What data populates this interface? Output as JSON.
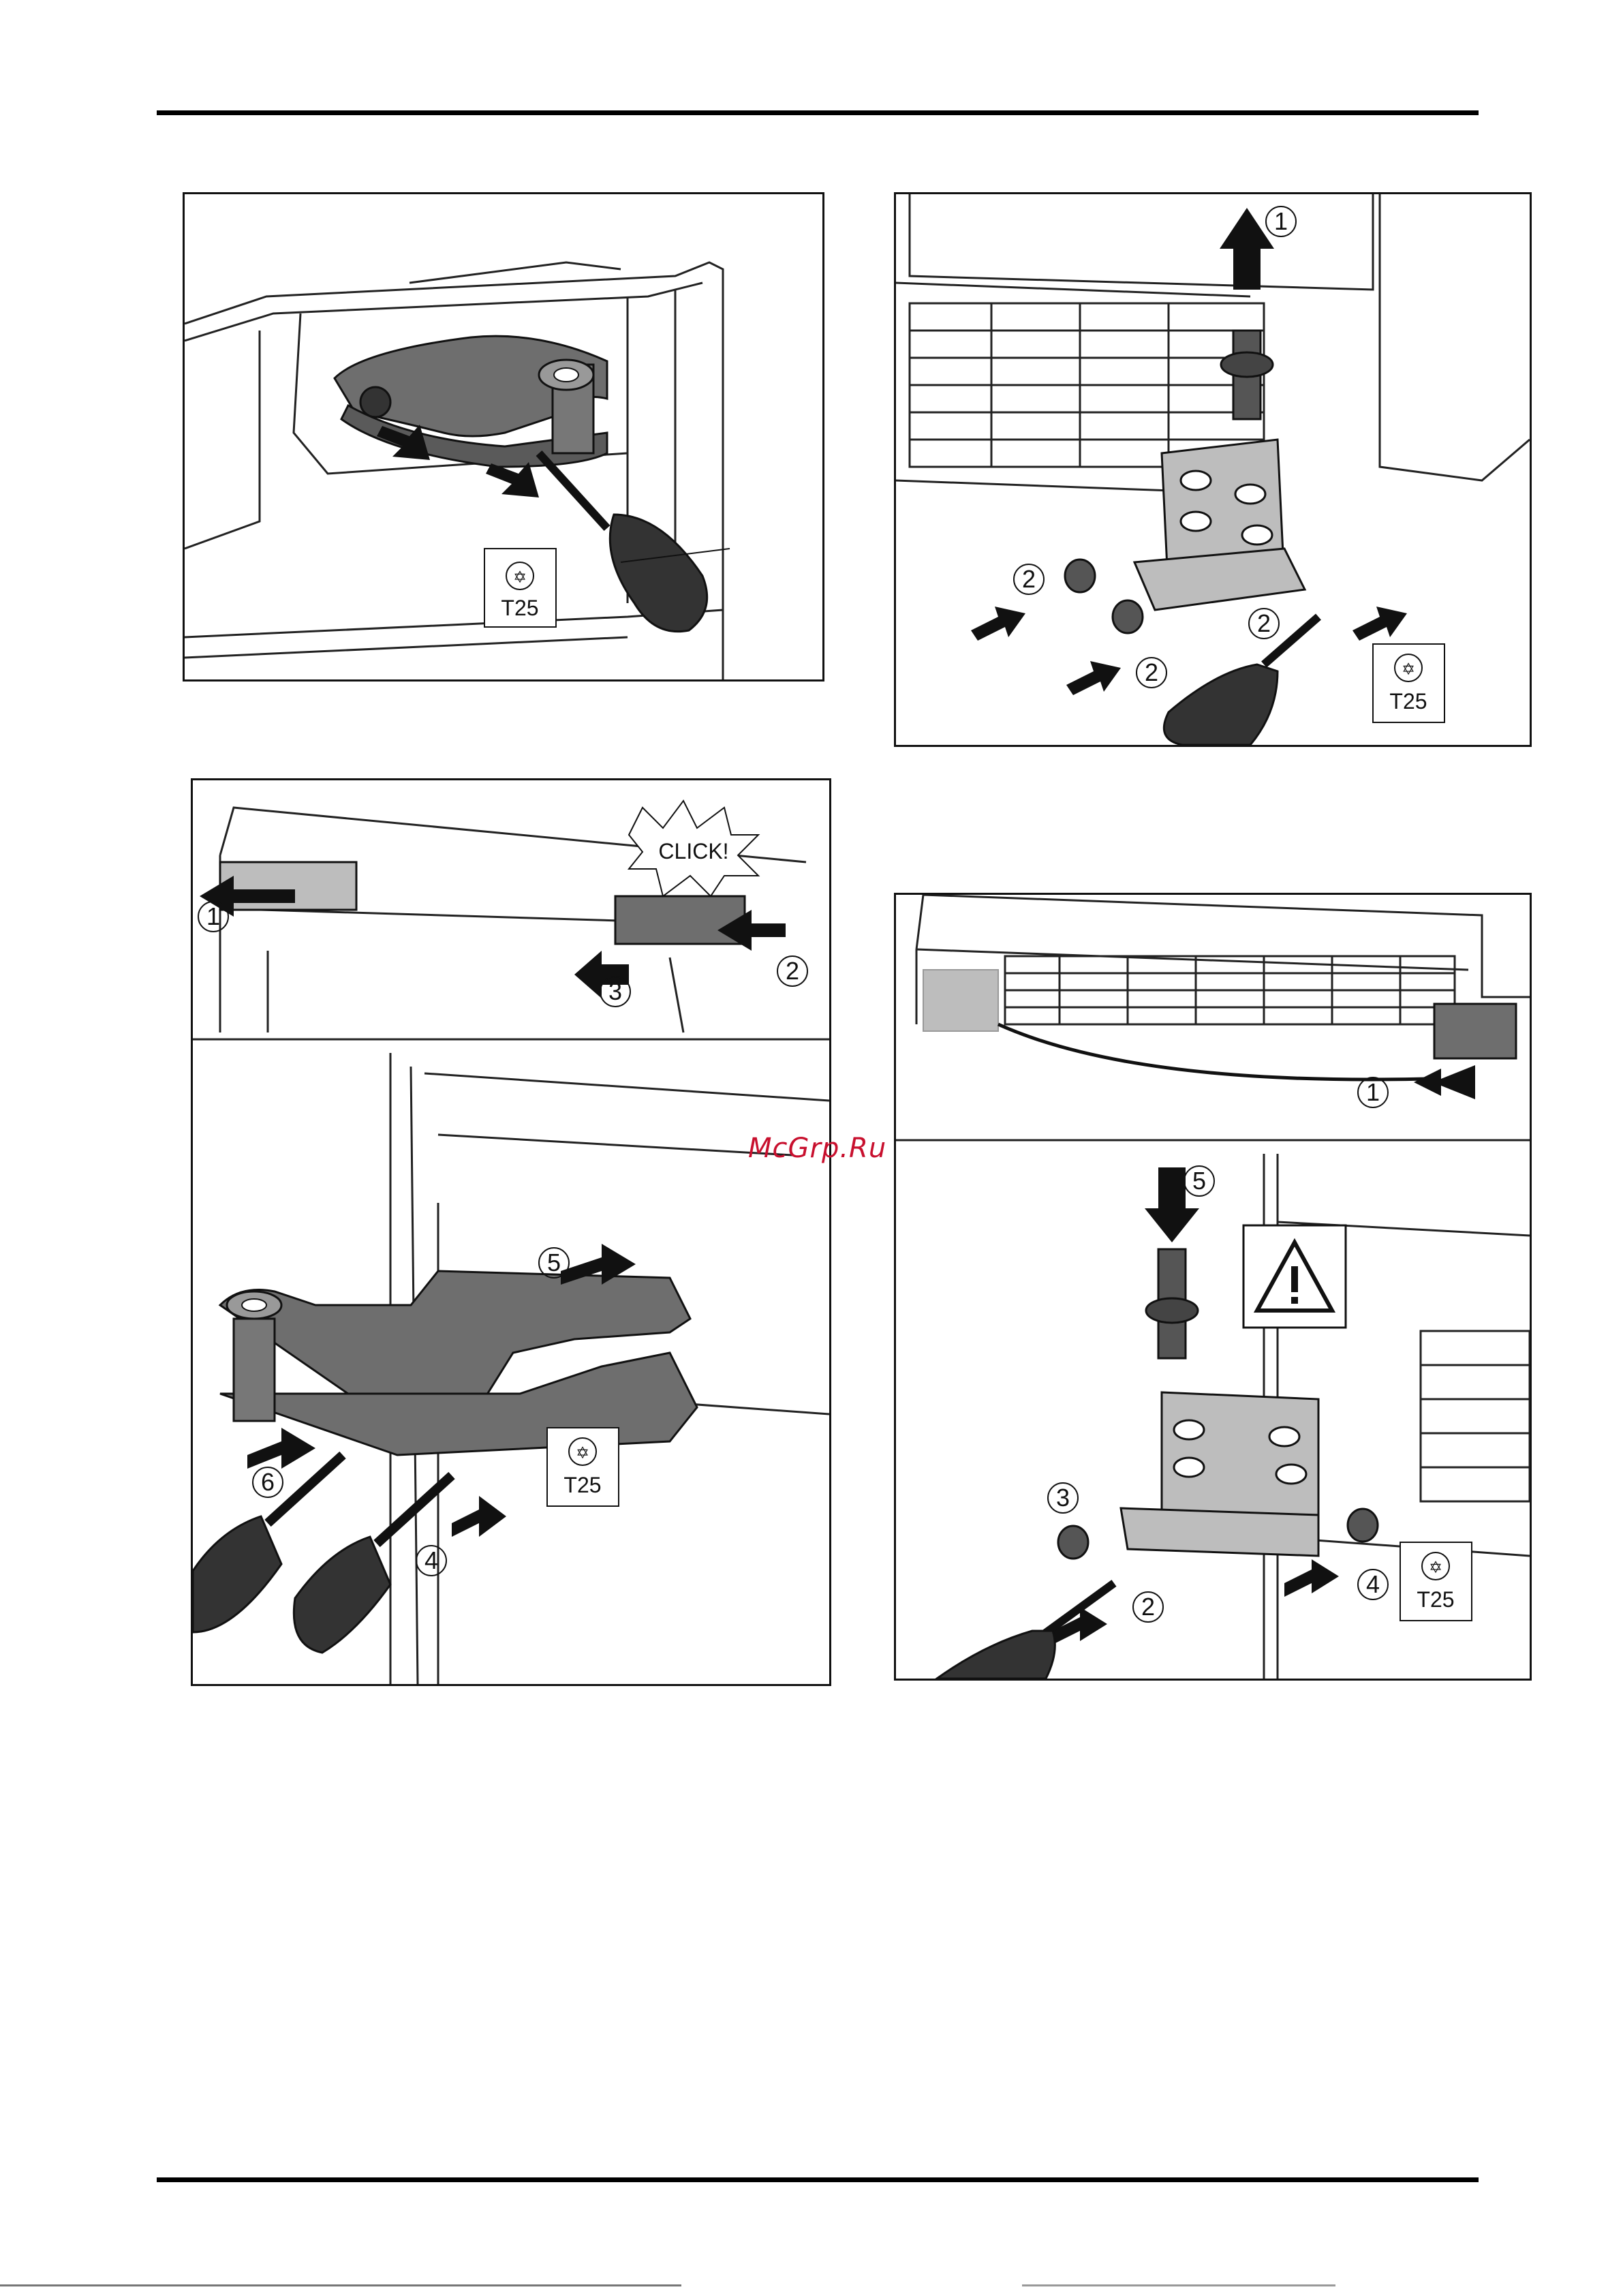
{
  "panels": {
    "p1": {
      "tool": "T25"
    },
    "p2": {
      "callouts": [
        "1",
        "2",
        "2",
        "2"
      ],
      "tool": "T25"
    },
    "p3": {
      "callouts": [
        "1",
        "2",
        "3",
        "5",
        "6",
        "4"
      ],
      "click": "CLICK!",
      "tool": "T25"
    },
    "p4": {
      "callouts": [
        "1",
        "5",
        "3",
        "2",
        "4"
      ],
      "tool": "T25"
    }
  },
  "watermark": "McGrp.Ru",
  "icons": [
    "torx-icon",
    "warning-triangle-icon",
    "arrow-icon",
    "screwdriver-icon",
    "hinge-icon"
  ],
  "colors": {
    "line": "#111111",
    "part": "#6e6e6e",
    "part_dark": "#4a4a4a",
    "light": "#bdbdbd",
    "watermark": "#c8102e"
  }
}
